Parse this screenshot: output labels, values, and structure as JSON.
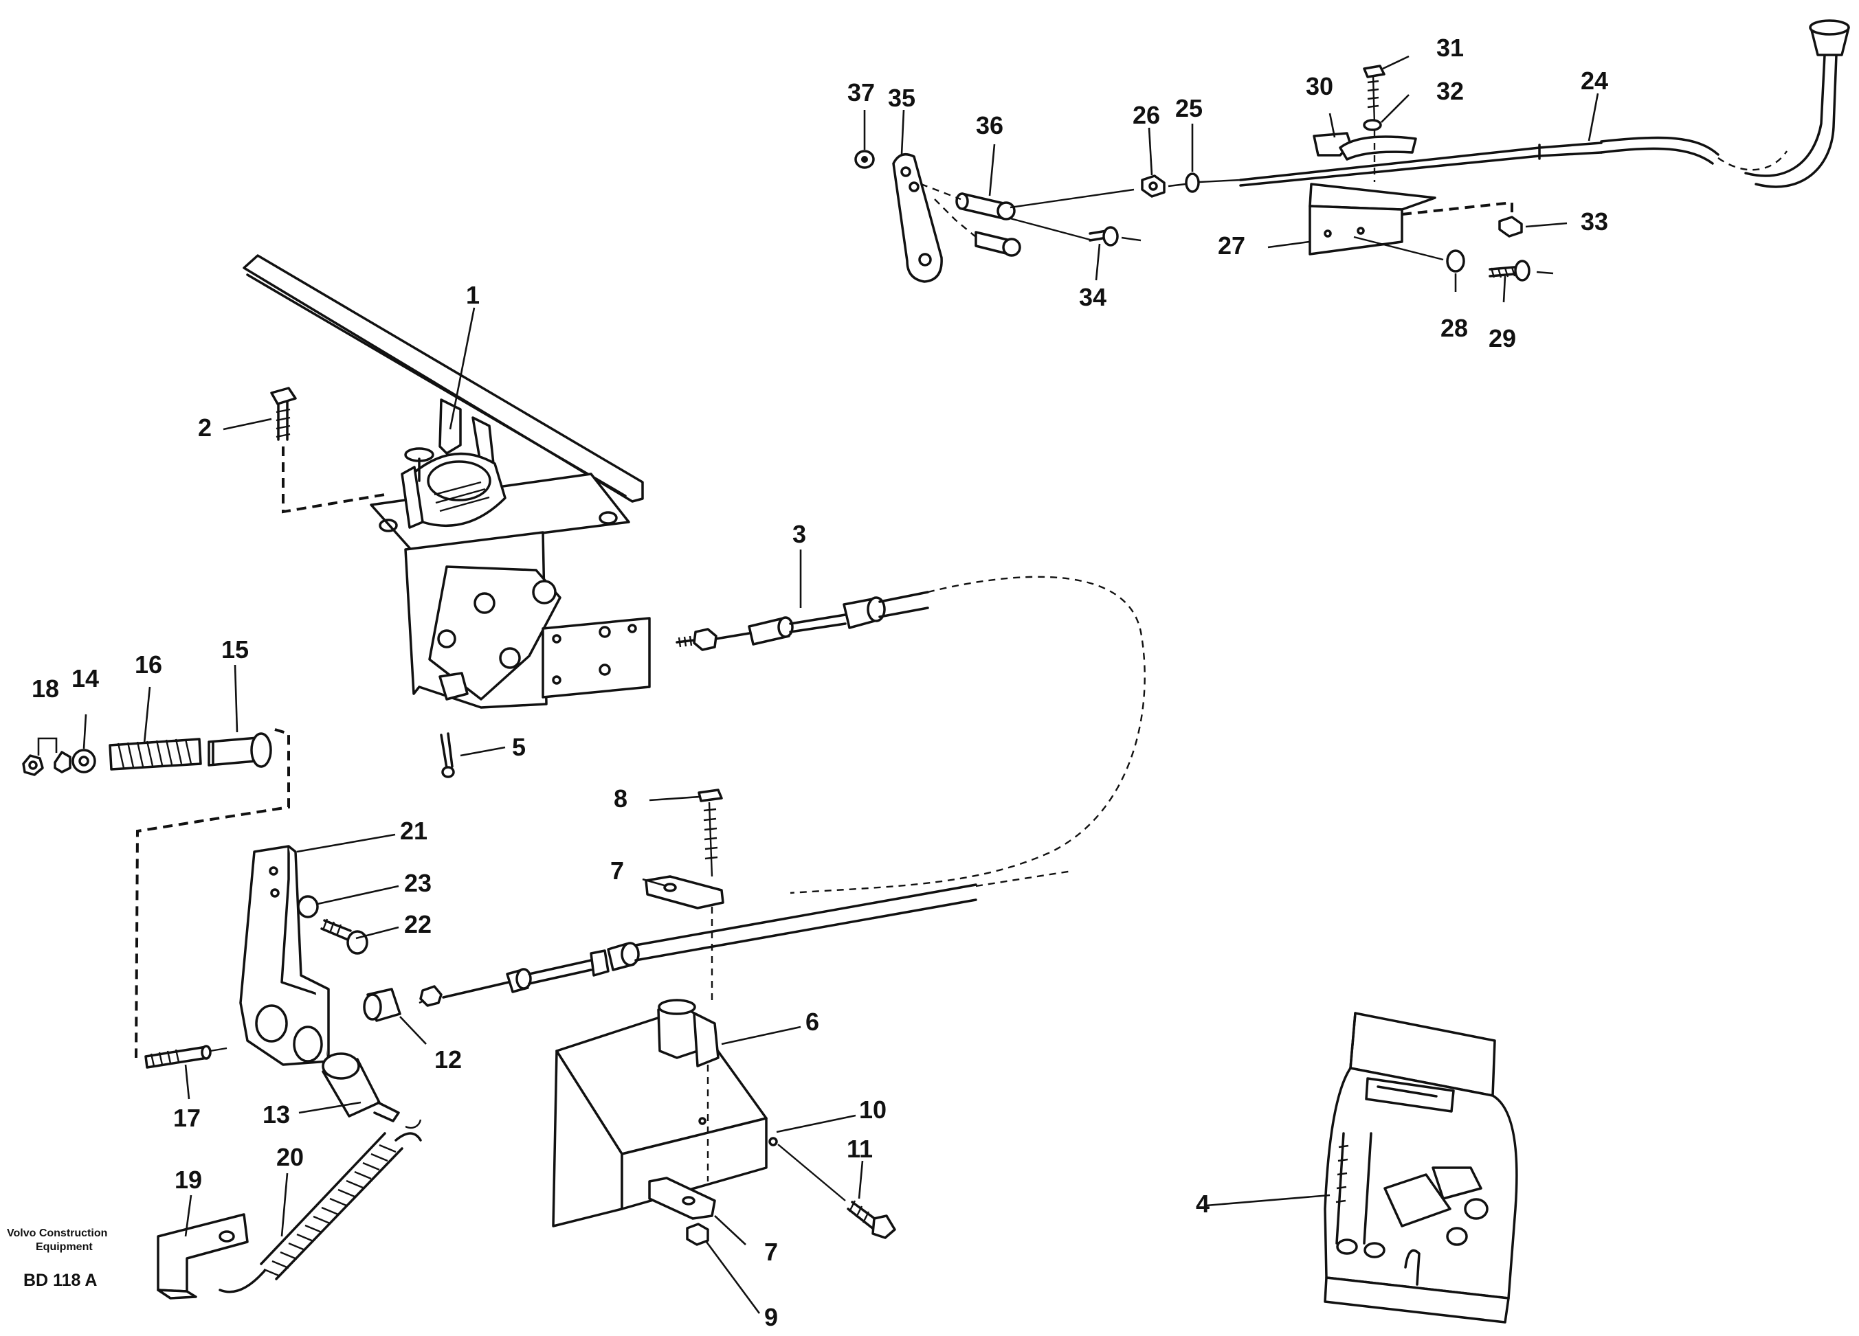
{
  "diagram": {
    "publisher": {
      "line1": "Volvo Construction",
      "line2": "Equipment"
    },
    "document_code": "BD 118 A",
    "callouts": [
      "1",
      "2",
      "3",
      "4",
      "5",
      "6",
      "7",
      "8",
      "9",
      "10",
      "11",
      "12",
      "13",
      "14",
      "15",
      "16",
      "17",
      "18",
      "19",
      "20",
      "21",
      "22",
      "23",
      "24",
      "25",
      "26",
      "27",
      "28",
      "29",
      "30",
      "31",
      "32",
      "33",
      "34",
      "35",
      "36",
      "37"
    ],
    "second_callout_7": "7",
    "parts": [
      "accelerator-pedal",
      "bolt",
      "throttle-cable",
      "mounting-kit",
      "cotter-pin",
      "cable-clamp",
      "clamp-plate",
      "screw",
      "nut",
      "mounting-bracket",
      "bolt",
      "sleeve",
      "pin",
      "washer",
      "pin",
      "compression-spring",
      "stud",
      "nut",
      "bracket",
      "tension-spring",
      "lever",
      "bolt",
      "washer",
      "hand-throttle-cable",
      "spring-washer",
      "nut",
      "bracket",
      "washer",
      "bolt",
      "clamp",
      "bolt",
      "washer",
      "nut",
      "bolt",
      "lever",
      "pin",
      "washer"
    ]
  }
}
